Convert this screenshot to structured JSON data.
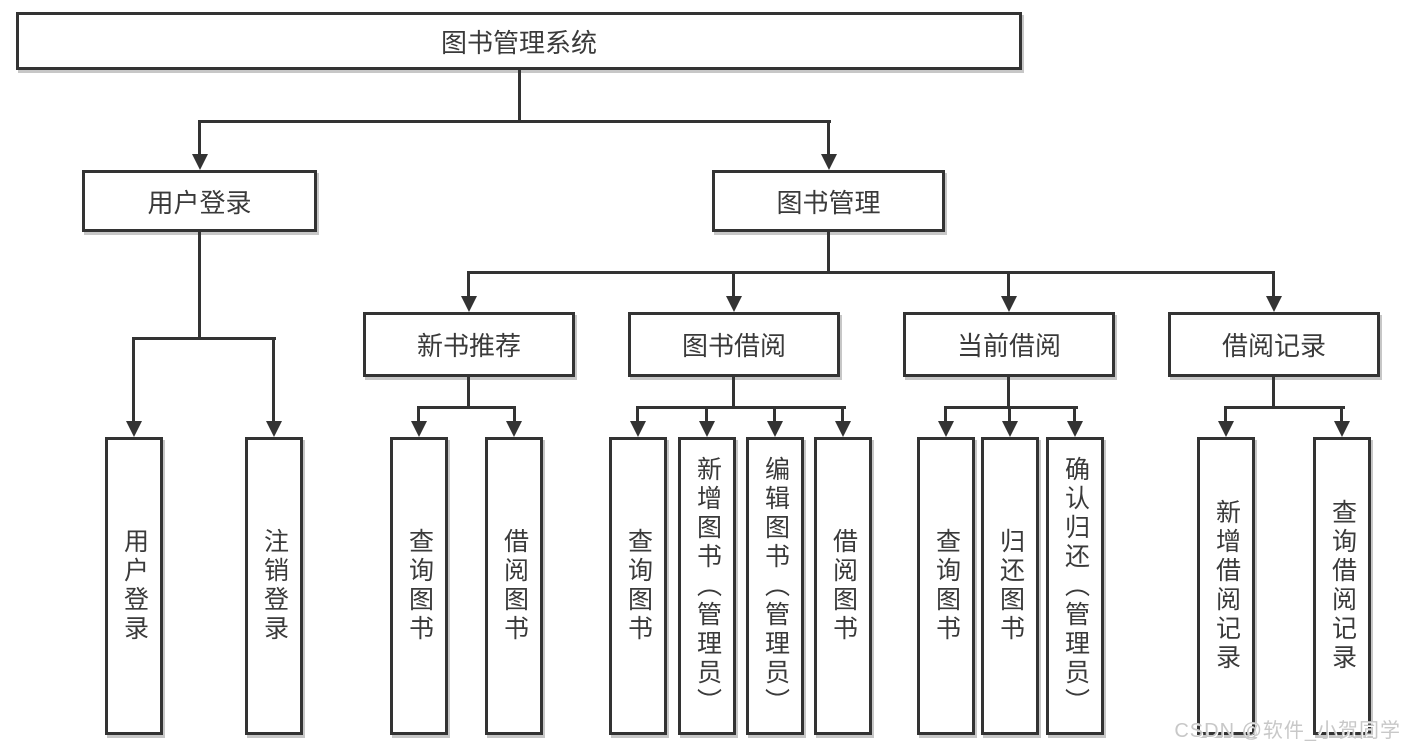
{
  "title": "图书管理系统",
  "tree": {
    "root": {
      "label": "图书管理系统"
    },
    "level2": [
      {
        "label": "用户登录",
        "children": [
          "用户登录",
          "注销登录"
        ]
      },
      {
        "label": "图书管理"
      }
    ],
    "level3": [
      {
        "label": "新书推荐",
        "children": [
          "查询图书",
          "借阅图书"
        ]
      },
      {
        "label": "图书借阅",
        "children": [
          "查询图书",
          "新增图书（管理员）",
          "编辑图书（管理员）",
          "借阅图书"
        ]
      },
      {
        "label": "当前借阅",
        "children": [
          "查询图书",
          "归还图书",
          "确认归还（管理员）"
        ]
      },
      {
        "label": "借阅记录",
        "children": [
          "新增借阅记录",
          "查询借阅记录"
        ]
      }
    ]
  },
  "watermark": "CSDN @软件_小贺同学",
  "colors": {
    "line": "#333333",
    "text": "#3a3a3a",
    "node_background": "#ffffff",
    "background": "#ffffff",
    "watermark": "#c8c8c8"
  }
}
